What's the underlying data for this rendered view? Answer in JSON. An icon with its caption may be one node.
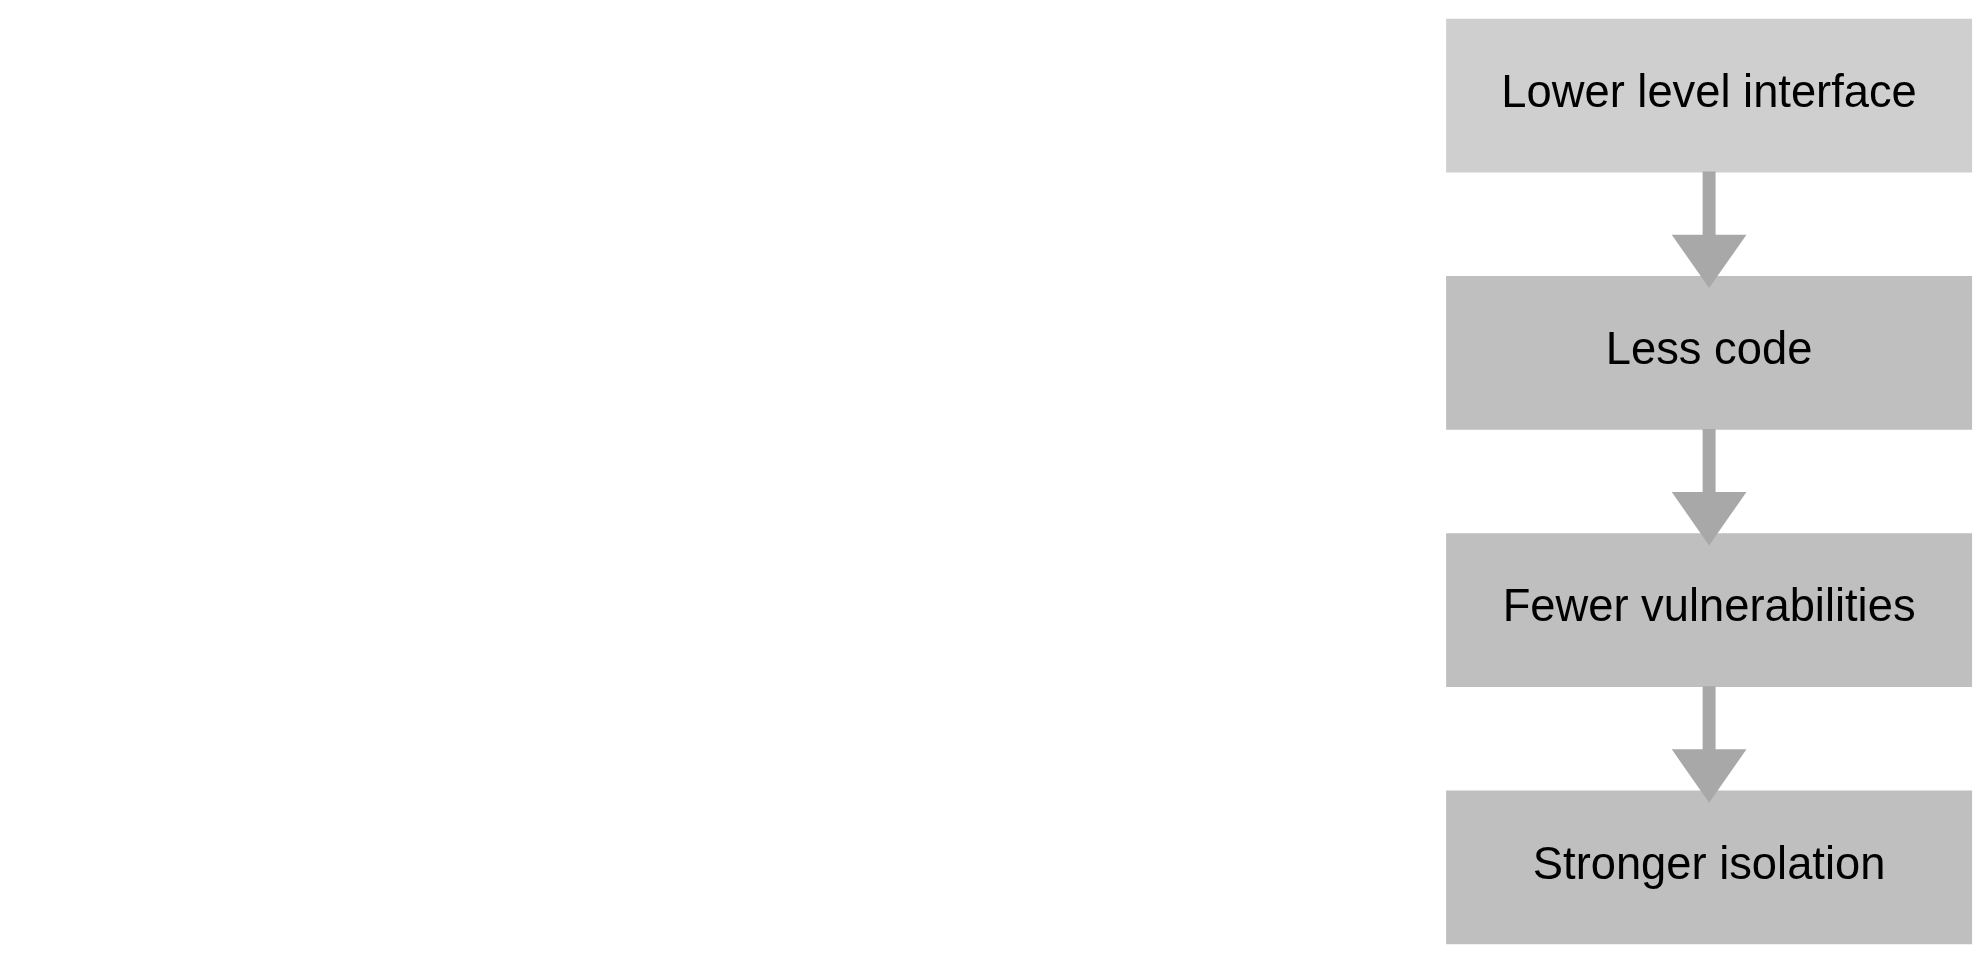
{
  "diagram": {
    "nodes": [
      {
        "text": [
          "Lower level interface"
        ]
      },
      {
        "text": [
          "Less code"
        ]
      },
      {
        "text": [
          "Fewer vulnerabilities"
        ]
      },
      {
        "text": [
          "Stronger isolation"
        ]
      }
    ],
    "edges": [
      {
        "from": 0,
        "to": 1,
        "arrow": "to"
      },
      {
        "from": 1,
        "to": 2,
        "arrow": "to"
      },
      {
        "from": 2,
        "to": 3,
        "arrow": "to"
      }
    ]
  }
}
